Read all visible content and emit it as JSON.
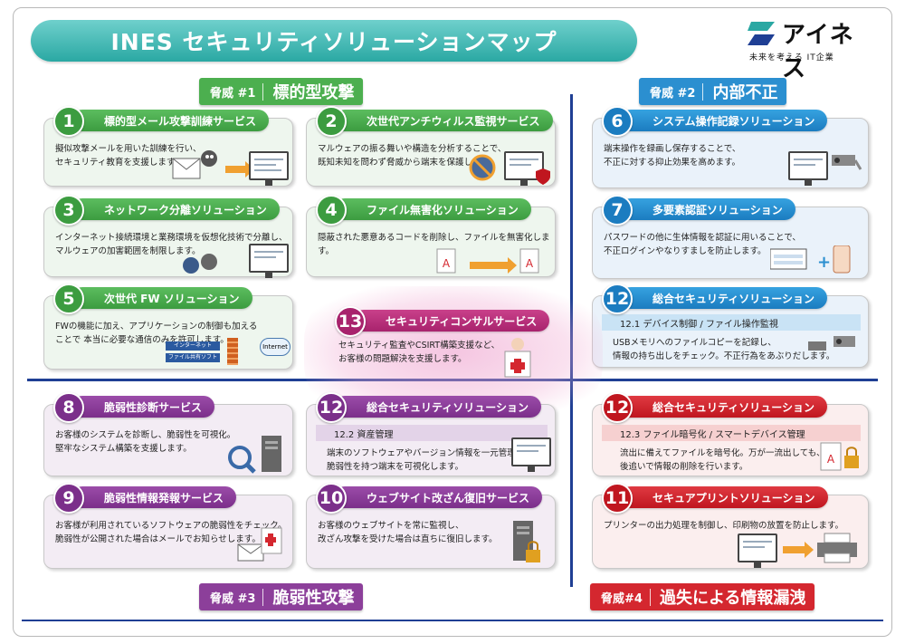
{
  "title": "INES セキュリティソリューションマップ",
  "logo": {
    "name": "アイネス",
    "tagline": "未来を考える IT企業"
  },
  "threats": [
    {
      "num": "脅威 #1",
      "name": "標的型攻撃",
      "color": "#4caf4f"
    },
    {
      "num": "脅威 #2",
      "name": "内部不正",
      "color": "#2b8fd0"
    },
    {
      "num": "脅威 #3",
      "name": "脆弱性攻撃",
      "color": "#8c3f9a"
    },
    {
      "num": "脅威#4",
      "name": "過失による情報漏洩",
      "color": "#d4272f"
    }
  ],
  "cards": {
    "c1": {
      "num": "1",
      "title": "標的型メール攻撃訓練サービス",
      "text": [
        "擬似攻撃メールを用いた訓練を行い、",
        "セキュリティ教育を支援します。"
      ]
    },
    "c2": {
      "num": "2",
      "title": "次世代アンチウィルス監視サービス",
      "text": [
        "マルウェアの振る舞いや構造を分析することで、",
        "既知未知を問わず脅威から端末を保護します。"
      ]
    },
    "c3": {
      "num": "3",
      "title": "ネットワーク分離ソリューション",
      "text": [
        "インターネット接続環境と業務環境を仮想化技術で分離し、",
        "マルウェアの加害範囲を制限します。"
      ]
    },
    "c4": {
      "num": "4",
      "title": "ファイル無害化ソリューション",
      "text": [
        "隠蔽された悪意あるコードを削除し、ファイルを無害化します。"
      ]
    },
    "c5": {
      "num": "5",
      "title": "次世代 FW ソリューション",
      "text": [
        "FWの機能に加え、アプリケーションの制御も加える",
        "ことで 本当に必要な通信のみを許可します。"
      ],
      "diagram": {
        "internet": "インターネット",
        "fileapp": "ファイル共有ソフト",
        "cloud": "Internet"
      }
    },
    "c6": {
      "num": "6",
      "title": "システム操作記録ソリューション",
      "text": [
        "端末操作を録画し保存することで、",
        "不正に対する抑止効果を高めます。"
      ]
    },
    "c7": {
      "num": "7",
      "title": "多要素認証ソリューション",
      "text": [
        "パスワードの他に生体情報を認証に用いることで、",
        "不正ログインやなりすましを防止します。"
      ]
    },
    "c12a": {
      "num": "12",
      "title": "総合セキュリティソリューション",
      "sub": "12.1 デバイス制御 / ファイル操作監視",
      "text": [
        "USBメモリへのファイルコピーを記録し、",
        "情報の持ち出しをチェック。不正行為をあぶりだします。"
      ]
    },
    "c13": {
      "num": "13",
      "title": "セキュリティコンサルサービス",
      "text": [
        "セキュリティ監査やCSIRT構築支援など、",
        "お客様の問題解決を支援します。"
      ]
    },
    "c8": {
      "num": "8",
      "title": "脆弱性診断サービス",
      "text": [
        "お客様のシステムを診断し、脆弱性を可視化。",
        "堅牢なシステム構築を支援します。"
      ]
    },
    "c12b": {
      "num": "12",
      "title": "総合セキュリティソリューション",
      "sub": "12.2 資産管理",
      "text": [
        "端末のソフトウェアやバージョン情報を一元管理し、",
        "脆弱性を持つ端末を可視化します。"
      ]
    },
    "c12c": {
      "num": "12",
      "title": "総合セキュリティソリューション",
      "sub": "12.3 ファイル暗号化 / スマートデバイス管理",
      "text": [
        "流出に備えてファイルを暗号化。万が一流出しても、",
        "後追いで情報の削除を行います。"
      ]
    },
    "c9": {
      "num": "9",
      "title": "脆弱性情報発報サービス",
      "text": [
        "お客様が利用されているソフトウェアの脆弱性をチェック。",
        "脆弱性が公開された場合はメールでお知らせします。"
      ]
    },
    "c10": {
      "num": "10",
      "title": "ウェブサイト改ざん復旧サービス",
      "text": [
        "お客様のウェブサイトを常に監視し、",
        "改ざん攻撃を受けた場合は直ちに復旧します。"
      ]
    },
    "c11": {
      "num": "11",
      "title": "セキュアプリントソリューション",
      "text": [
        "プリンターの出力処理を制御し、印刷物の放置を防止します。"
      ]
    }
  }
}
